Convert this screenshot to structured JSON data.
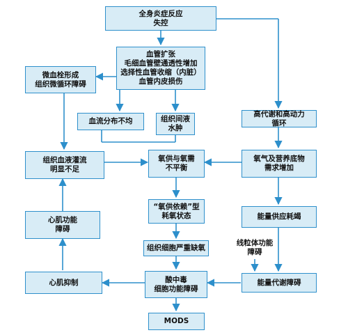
{
  "nodes": {
    "sirs": [
      "全身炎症反应",
      "失控"
    ],
    "vascular": [
      "血管扩张",
      "毛细血管壁通透性增加",
      "选择性血管收缩（内脏）",
      "血管内皮损伤"
    ],
    "microthrombus": [
      "微血栓形成",
      "组织微循环障碍"
    ],
    "uneven_flow": [
      "血流分布不均"
    ],
    "edema": [
      "组织间液",
      "水肿"
    ],
    "hypermetabolism": [
      "高代谢和高动力",
      "循环"
    ],
    "perfusion": [
      "组织血液灌流",
      "明显不足"
    ],
    "imbalance": [
      "氧供与氧需",
      "不平衡"
    ],
    "nutrient_demand": [
      "氧气及营养底物",
      "需求增加"
    ],
    "supply_dependent": [
      "“氧供依赖”型",
      "耗氧状态"
    ],
    "energy_exhaust": [
      "能量供应耗竭"
    ],
    "cardiac_dysfunction": [
      "心肌功能",
      "障碍"
    ],
    "hypoxia": [
      "组织细胞严重缺氧"
    ],
    "mito_dysfunction": [
      "线粒体功能",
      "障碍"
    ],
    "myocardial_depression": [
      "心肌抑制"
    ],
    "acidosis": [
      "酸中毒",
      "细胞功能障碍"
    ],
    "energy_metab": [
      "能量代谢障碍"
    ],
    "mods": [
      "MODS"
    ]
  }
}
